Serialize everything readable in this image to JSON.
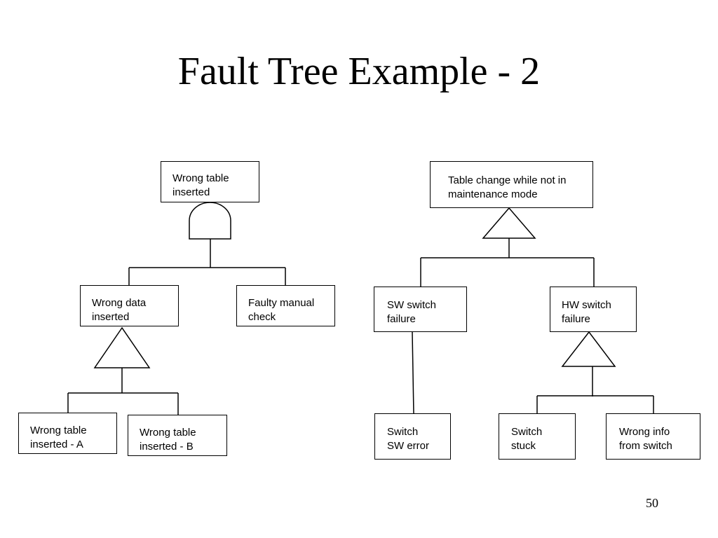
{
  "slide": {
    "title": "Fault Tree Example - 2",
    "page_number": "50"
  },
  "left_tree": {
    "top_event": "Wrong table\ninserted",
    "top_gate": "and-gate-icon",
    "level2": [
      {
        "label": "Wrong data\ninserted",
        "gate": "or-gate-icon"
      },
      {
        "label": "Faulty manual\ncheck"
      }
    ],
    "level3": [
      {
        "label": "Wrong table\ninserted - A"
      },
      {
        "label": "Wrong table\ninserted - B"
      }
    ]
  },
  "right_tree": {
    "top_event": "Table change while not in\nmaintenance mode",
    "top_gate": "or-gate-icon",
    "level2": [
      {
        "label": "SW switch\nfailure"
      },
      {
        "label": "HW switch\nfailure",
        "gate": "or-gate-icon"
      }
    ],
    "level3": [
      {
        "label": "Switch\nSW error"
      },
      {
        "label": "Switch\nstuck"
      },
      {
        "label": "Wrong info\nfrom switch"
      }
    ]
  },
  "colors": {
    "line": "#000000",
    "background": "#ffffff"
  }
}
